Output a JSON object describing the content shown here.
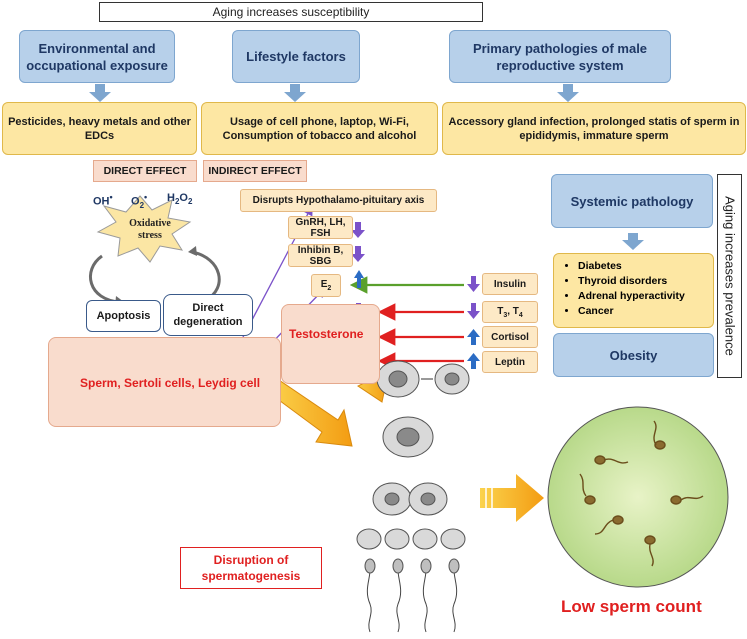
{
  "header": {
    "title": "Aging increases susceptibility"
  },
  "side_label": "Aging increases prevalence",
  "categories": {
    "environmental": "Environmental and occupational exposure",
    "lifestyle": "Lifestyle factors",
    "primary": "Primary pathologies of male reproductive system"
  },
  "causes": {
    "environmental": "Pesticides, heavy metals and other EDCs",
    "lifestyle": "Usage of cell phone, laptop, Wi-Fi, Consumption of tobacco and alcohol",
    "primary": "Accessory gland infection, prolonged statis of sperm in epididymis, immature sperm"
  },
  "effects": {
    "direct": "DIRECT EFFECT",
    "indirect": "INDIRECT EFFECT"
  },
  "ros": {
    "oh": "OH",
    "o2": "O",
    "h2o2": "H",
    "h2o2_sub": "2",
    "h2o2_mid": "O",
    "h2o2_sub2": "2",
    "o2_sub": "2"
  },
  "oxidative_stress": "Oxidative stress",
  "apoptosis": "Apoptosis",
  "direct_degeneration": "Direct degeneration",
  "hpa": {
    "disrupts": "Disrupts Hypothalamo-pituitary axis",
    "gnrh": "GnRH, LH, FSH",
    "inhibin": "Inhibin B, SBG",
    "e2_base": "E",
    "e2_sub": "2"
  },
  "systemic": {
    "title": "Systemic pathology",
    "items": [
      "Diabetes",
      "Thyroid disorders",
      "Adrenal hyperactivity",
      "Cancer"
    ],
    "obesity": "Obesity"
  },
  "hormones": {
    "insulin": "Insulin",
    "t3t4_a": "T",
    "t3t4_a_sub": "3",
    "t3t4_sep": ", T",
    "t3t4_b_sub": "4",
    "cortisol": "Cortisol",
    "leptin": "Leptin"
  },
  "testosterone": "Testosterone",
  "cells": "Sperm, Sertoli cells, Leydig cell",
  "disruption": "Disruption of spermatogenesis",
  "result": "Low sperm count",
  "colors": {
    "red": "#e02020",
    "blue_box": "#b7d0ea",
    "yellow_box": "#fde7a3",
    "arrow_orange": "#f39c12"
  }
}
